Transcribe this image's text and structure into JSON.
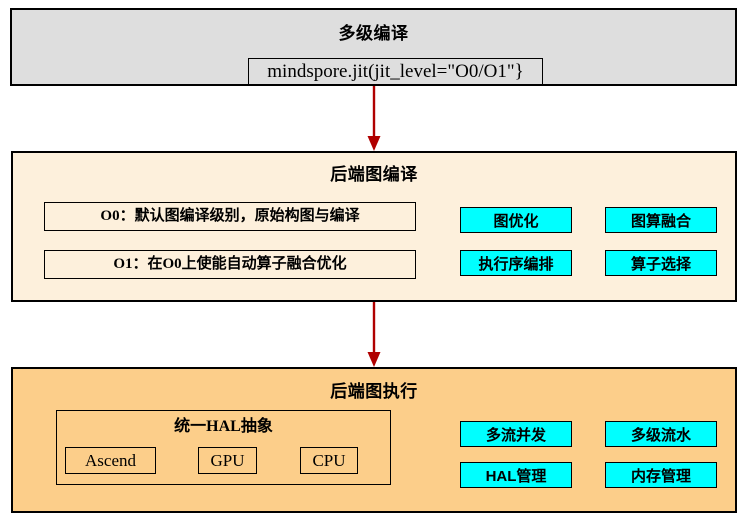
{
  "diagram": {
    "accent_arrow_color": "#b00000",
    "chip_color": "#00ffff",
    "sections": {
      "top": {
        "title": "多级编译",
        "bg": "#dedede",
        "code": "mindspore.jit(jit_level=\"O0/O1\"}"
      },
      "middle": {
        "title": "后端图编译",
        "bg": "#fdf0dc",
        "levels": [
          {
            "label": "O0：默认图编译级别，原始构图与编译"
          },
          {
            "label": "O1：在O0上使能自动算子融合优化"
          }
        ],
        "chips": [
          {
            "label": "图优化"
          },
          {
            "label": "图算融合"
          },
          {
            "label": "执行序编排"
          },
          {
            "label": "算子选择"
          }
        ]
      },
      "bottom": {
        "title": "后端图执行",
        "bg": "#fcce8a",
        "hal": {
          "title": "统一HAL抽象",
          "devices": [
            {
              "label": "Ascend"
            },
            {
              "label": "GPU"
            },
            {
              "label": "CPU"
            }
          ]
        },
        "chips": [
          {
            "label": "多流并发"
          },
          {
            "label": "多级流水"
          },
          {
            "label": "HAL管理"
          },
          {
            "label": "内存管理"
          }
        ]
      }
    }
  }
}
